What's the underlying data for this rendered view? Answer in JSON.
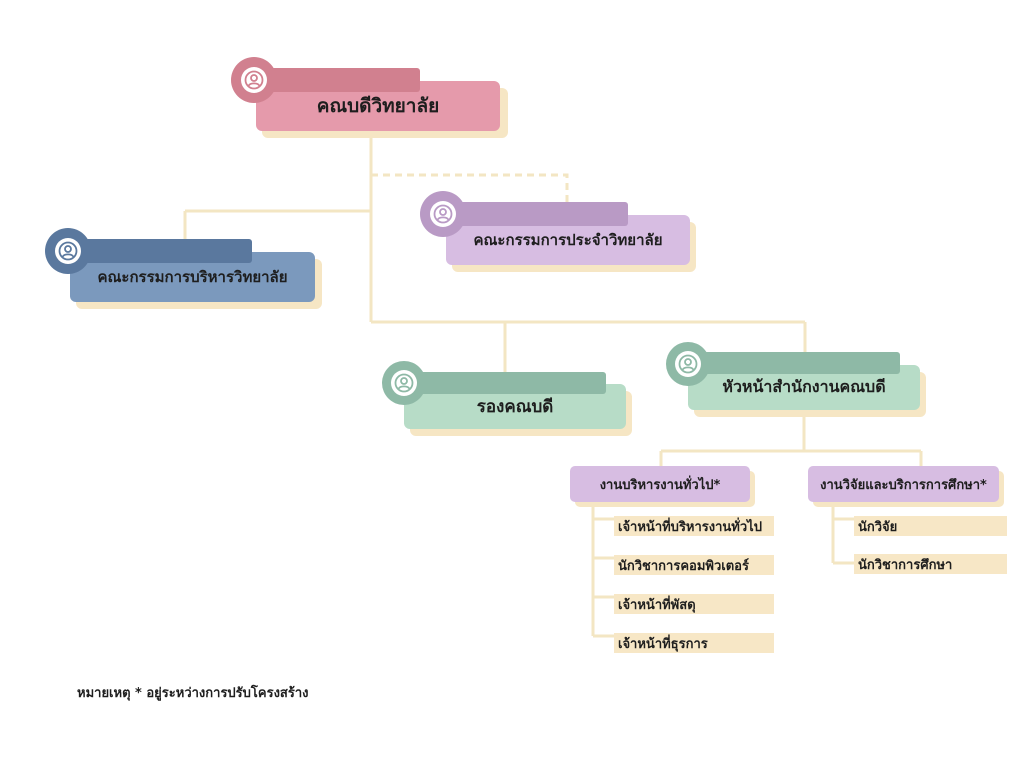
{
  "colors": {
    "line": "#f3e6c3",
    "dean": "#e59aab",
    "college": "#d7bde2",
    "exec": "#7b99bd",
    "green": "#b7dcc7",
    "leaf": "#f7e7c6"
  },
  "nodes": {
    "dean": {
      "label": "คณบดีวิทยาลัย",
      "icon": "user-icon"
    },
    "college_committee": {
      "label": "คณะกรรมการประจำวิทยาลัย",
      "icon": "user-icon"
    },
    "exec_committee": {
      "label": "คณะกรรมการบริหารวิทยาลัย",
      "icon": "user-icon"
    },
    "deputy_dean": {
      "label": "รองคณบดี",
      "icon": "user-icon"
    },
    "office_head": {
      "label": "หัวหน้าสำนักงานคณบดี",
      "icon": "user-icon"
    }
  },
  "sections": {
    "admin": {
      "label": "งานบริหารงานทั่วไป*",
      "staff": [
        "เจ้าหน้าที่บริหารงานทั่วไป",
        "นักวิชาการคอมพิวเตอร์",
        "เจ้าหน้าที่พัสดุ",
        "เจ้าหน้าที่ธุรการ"
      ]
    },
    "research": {
      "label": "งานวิจัยและบริการการศึกษา*",
      "staff": [
        "นักวิจัย",
        "นักวิชาการศึกษา"
      ]
    }
  },
  "note": "หมายเหตุ * อยู่ระหว่างการปรับโครงสร้าง"
}
